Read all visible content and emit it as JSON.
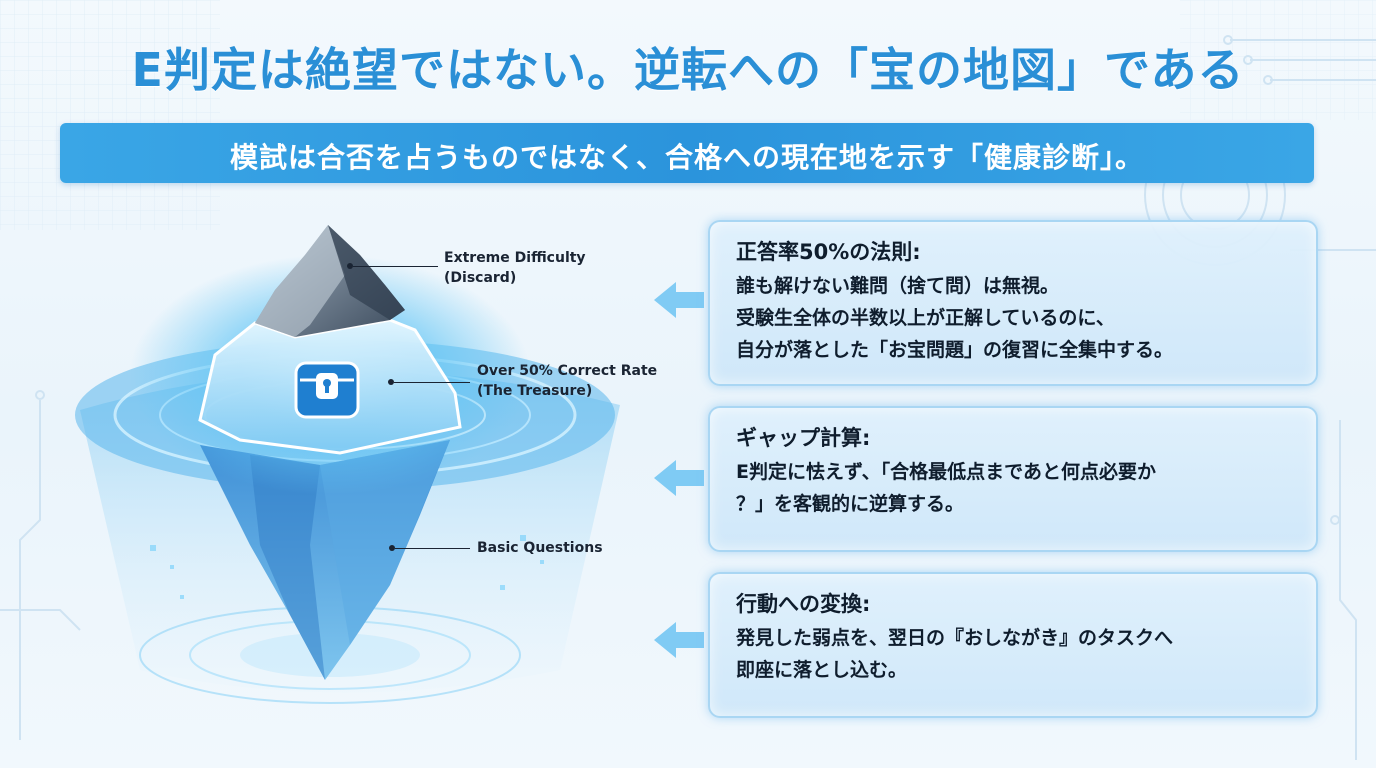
{
  "title": "E判定は絶望ではない。逆転への「宝の地図」である",
  "subtitle": "模試は合否を占うものではなく、合格への現在地を示す「健康診断」。",
  "iceberg": {
    "top_label": [
      "Extreme Difficulty",
      "(Discard)"
    ],
    "middle_label": [
      "Over 50% Correct Rate",
      "(The Treasure)"
    ],
    "bottom_label": "Basic Questions",
    "middle_icon": "treasure-chest-icon"
  },
  "cards": [
    {
      "title": "正答率50%の法則:",
      "lines": [
        "誰も解けない難問（捨て問）は無視。",
        "受験生全体の半数以上が正解しているのに、",
        "自分が落とした「お宝問題」の復習に全集中する。"
      ]
    },
    {
      "title": "ギャップ計算:",
      "lines": [
        "E判定に怯えず、「合格最低点まであと何点必要か",
        "？」を客観的に逆算する。"
      ]
    },
    {
      "title": "行動への変換:",
      "lines": [
        "発見した弱点を、翌日の『おしながき』のタスクへ",
        "即座に落とし込む。"
      ]
    }
  ],
  "colors": {
    "title": "#2a8fd6",
    "banner": "#2b94dc",
    "glow": "#6fd0ff",
    "card_border": "#a9d6f3"
  }
}
